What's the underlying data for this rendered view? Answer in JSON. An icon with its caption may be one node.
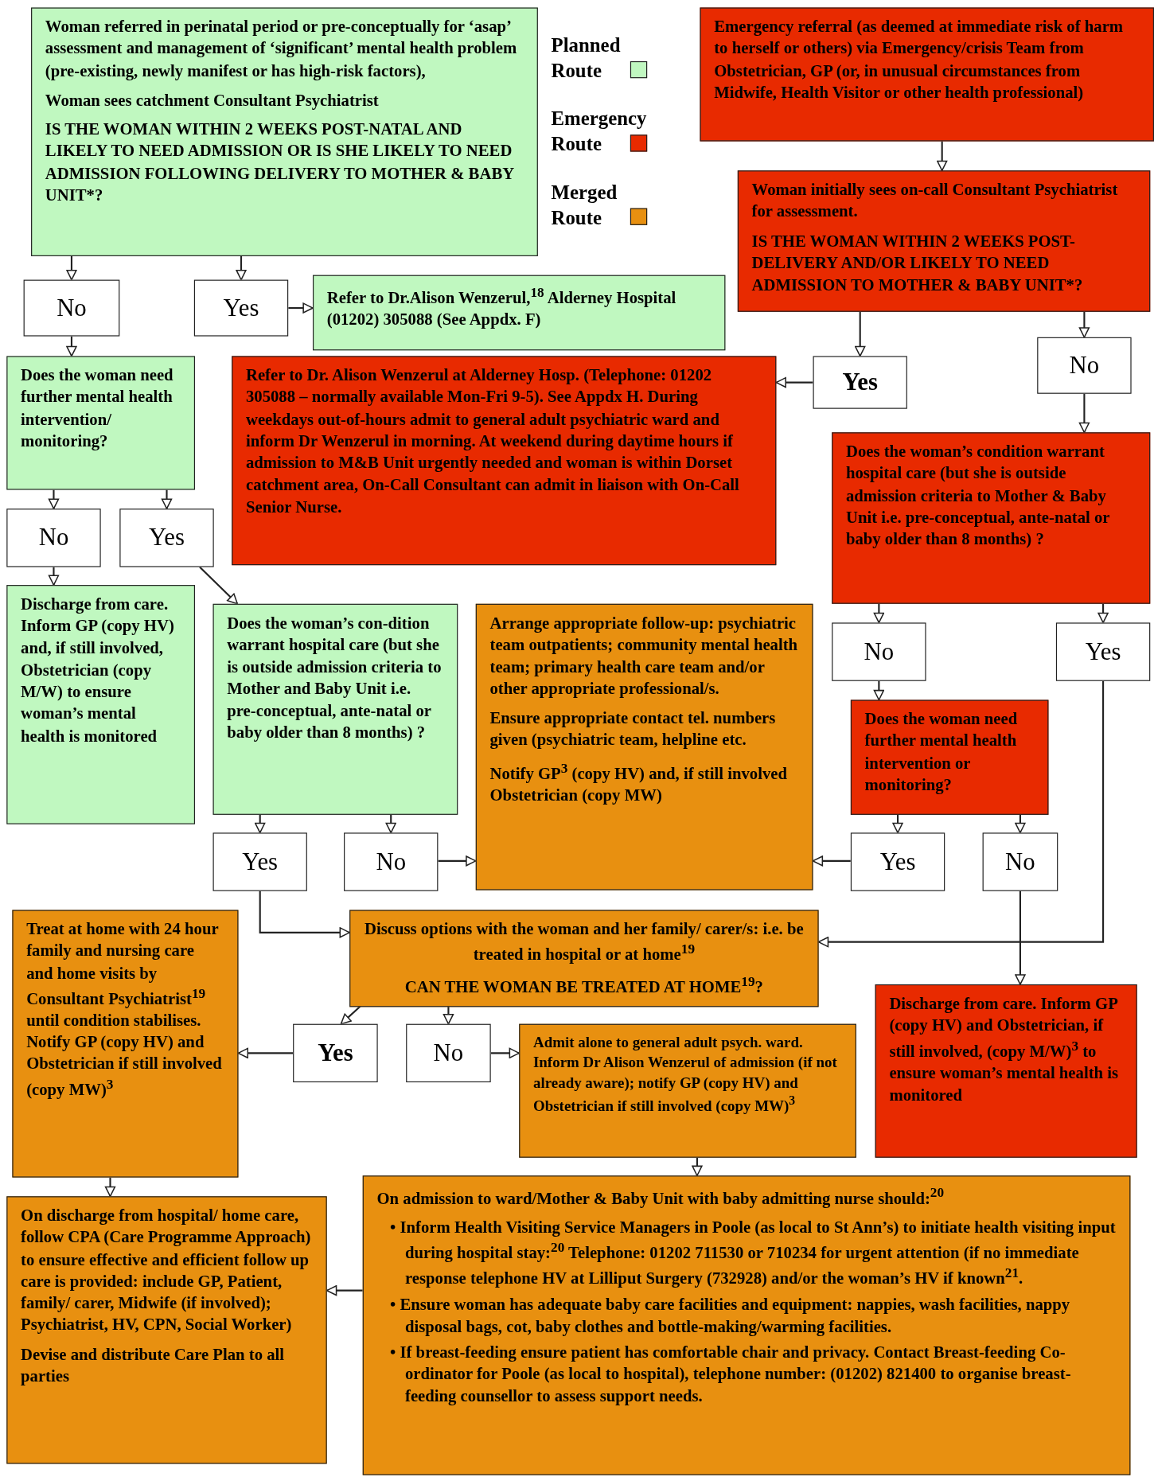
{
  "diagram": {
    "nodes": [
      {
        "text": [
          "Woman referred in perinatal period or pre-conceptually for ‘asap’ assessment and management of ‘significant’ mental health problem (pre-existing, newly manifest or has high-risk factors),",
          "Woman sees catchment Consultant Psychiatrist",
          "IS THE WOMAN WITHIN 2 WEEKS POST-NATAL AND LIKELY TO NEED ADMISSION OR IS SHE LIKELY TO NEED ADMISSION FOLLOWING DELIVERY TO MOTHER & BABY UNIT*?"
        ]
      },
      {
        "text": [
          "Emergency referral (as deemed at immediate risk of harm to herself or others) via Emergency/crisis Team from Obstetrician, GP (or, in unusual circumstances from Midwife, Health Visitor or other health professional)"
        ]
      },
      {
        "text": [
          "Woman initially sees on-call Consultant Psychiatrist for assessment.",
          "IS THE WOMAN WITHIN 2 WEEKS POST-DELIVERY AND/OR LIKELY TO NEED ADMISSION TO MOTHER & BABY UNIT*?"
        ]
      },
      {
        "text": [
          "No"
        ]
      },
      {
        "text": [
          "Yes"
        ]
      },
      {
        "text": [
          "Refer to Dr.Alison Wenzerul,$^{18}$ Alderney Hospital (01202) 305088 (See Appdx. F)"
        ]
      },
      {
        "text": [
          "Yes"
        ]
      },
      {
        "text": [
          "No"
        ]
      },
      {
        "text": [
          "Does the woman need further mental health intervention/ monitoring?"
        ]
      },
      {
        "text": [
          "Refer to Dr. Alison Wenzerul at Alderney Hosp. (Telephone: 01202 305088 – normally available Mon-Fri 9-5). See Appdx H. During weekdays out-of-hours admit to general adult psychiatric ward and inform Dr Wenzerul in morning. At weekend during daytime hours if admission to M&B Unit urgently needed and woman is within Dorset catchment area, On-Call Consultant can admit in liaison with On-Call Senior Nurse."
        ]
      },
      {
        "text": [
          "Does the woman’s condition warrant hospital care (but she is outside admission criteria to Mother & Baby Unit i.e. pre-conceptual, ante-natal or baby older than 8 months) ?"
        ]
      },
      {
        "text": [
          "No"
        ]
      },
      {
        "text": [
          "Yes"
        ]
      },
      {
        "text": [
          "Discharge from care. Inform GP (copy HV) and, if still involved, Obstetrician (copy M/W) to ensure woman’s mental health is monitored"
        ]
      },
      {
        "text": [
          "Does the woman’s con-dition warrant hospital care (but she is outside admission criteria to Mother and Baby Unit i.e. pre-conceptual, ante-natal or baby older than 8 months) ?"
        ]
      },
      {
        "text": [
          "Arrange appropriate follow-up: psychiatric team outpatients; community mental health team; primary health care team and/or other appropriate professional/s.",
          "Ensure appropriate contact tel. numbers given (psychiatric team, helpline etc.",
          "Notify GP$^{3}$ (copy HV) and, if still involved Obstetrician (copy MW)"
        ]
      },
      {
        "text": [
          "No"
        ]
      },
      {
        "text": [
          "Yes"
        ]
      },
      {
        "text": [
          "Does the woman need further mental health intervention or monitoring?"
        ]
      },
      {
        "text": [
          "Yes"
        ]
      },
      {
        "text": [
          "No"
        ]
      },
      {
        "text": [
          "Yes"
        ]
      },
      {
        "text": [
          "No"
        ]
      },
      {
        "text": [
          "Treat at home with 24 hour family and nursing care and home visits by Consultant Psychiatrist$^{19}$ until condition stabilises. Notify GP (copy HV) and Obstetrician if still involved (copy MW)$^{3}$"
        ]
      },
      {
        "text": [
          "Discuss options with the woman and her family/ carer/s: i.e. be treated in hospital or at home$^{19}$",
          "CAN THE WOMAN BE TREATED AT HOME$^{19}$?"
        ]
      },
      {
        "text": [
          "Discharge from care. Inform GP (copy HV) and Obstetrician, if still involved, (copy M/W)$^{3}$ to ensure woman’s mental health is monitored"
        ]
      },
      {
        "text": [
          "Yes"
        ]
      },
      {
        "text": [
          "No"
        ]
      },
      {
        "text": [
          "Admit alone to general adult psych. ward. Inform Dr Alison Wenzerul of admission (if not already aware); notify GP (copy HV) and Obstetrician if still involved (copy MW)$^{3}$"
        ]
      },
      {
        "text": [
          "On discharge from hospital/ home care, follow CPA (Care Programme Approach) to ensure effective and efficient follow up care is provided: include GP, Patient, family/ carer, Midwife (if involved); Psychiatrist, HV, CPN, Social Worker)",
          "Devise and distribute Care Plan to all parties"
        ]
      },
      {
        "text": [
          "On admission to ward/Mother & Baby Unit with baby admitting nurse should:$^{20}$",
          "• Inform Health Visiting Service Managers in Poole (as local to St Ann’s) to initiate health visiting input during hospital stay:$^{20}$ Telephone: 01202 711530 or 710234 for urgent attention (if no immediate response telephone HV at Lilliput Surgery (732928) and/or the woman’s HV if known$^{21}$.",
          "• Ensure woman has adequate baby care facilities and equipment: nappies, wash facilities, nappy disposal bags, cot, baby clothes and bottle-making/warming facilities.",
          "• If breast-feeding ensure patient has comfortable chair and privacy. Contact Breast-feeding Co-ordinator for Poole (as local to hospital), telephone number: (01202) 821400 to organise breast-feeding counsellor to assess support needs."
        ]
      }
    ],
    "edges": [
      {
        "from": 0,
        "to": 3,
        "arrow": "to"
      },
      {
        "from": 0,
        "to": 4,
        "arrow": "to"
      },
      {
        "from": 4,
        "to": 5,
        "arrow": "to"
      },
      {
        "from": 3,
        "to": 8,
        "arrow": "to"
      },
      {
        "from": 1,
        "to": 2,
        "arrow": "to"
      },
      {
        "from": 2,
        "to": 6,
        "arrow": "to"
      },
      {
        "from": 2,
        "to": 7,
        "arrow": "to"
      },
      {
        "from": 6,
        "to": 9,
        "arrow": "to"
      },
      {
        "from": 7,
        "to": 10,
        "arrow": "to"
      },
      {
        "from": 8,
        "to": 11,
        "arrow": "to"
      },
      {
        "from": 8,
        "to": 12,
        "arrow": "to"
      },
      {
        "from": 11,
        "to": 13,
        "arrow": "to"
      },
      {
        "from": 12,
        "to": 14,
        "arrow": "to"
      },
      {
        "from": 10,
        "to": 16,
        "arrow": "to"
      },
      {
        "from": 10,
        "to": 17,
        "arrow": "to"
      },
      {
        "from": 16,
        "to": 18,
        "arrow": "to"
      },
      {
        "from": 14,
        "to": 19,
        "arrow": "to"
      },
      {
        "from": 14,
        "to": 20,
        "arrow": "to"
      },
      {
        "from": 20,
        "to": 15,
        "arrow": "to"
      },
      {
        "from": 18,
        "to": 21,
        "arrow": "to"
      },
      {
        "from": 18,
        "to": 22,
        "arrow": "to"
      },
      {
        "from": 21,
        "to": 15,
        "arrow": "to"
      },
      {
        "from": 19,
        "to": 24,
        "arrow": "to"
      },
      {
        "from": 17,
        "to": 24,
        "arrow": "to"
      },
      {
        "from": 22,
        "to": 25,
        "arrow": "to"
      },
      {
        "from": 24,
        "to": 26,
        "arrow": "to"
      },
      {
        "from": 24,
        "to": 27,
        "arrow": "to"
      },
      {
        "from": 26,
        "to": 23,
        "arrow": "to"
      },
      {
        "from": 27,
        "to": 28,
        "arrow": "to"
      },
      {
        "from": 23,
        "to": 29,
        "arrow": "to"
      },
      {
        "from": 28,
        "to": 30,
        "arrow": "to"
      },
      {
        "from": 30,
        "to": 29,
        "arrow": "to"
      }
    ],
    "legend": [
      {
        "text": "Planned Route",
        "color": "#c0f8c0"
      },
      {
        "text": "Emergency Route",
        "color": "#e82a00"
      },
      {
        "text": "Merged Route",
        "color": "#e89010"
      }
    ]
  }
}
